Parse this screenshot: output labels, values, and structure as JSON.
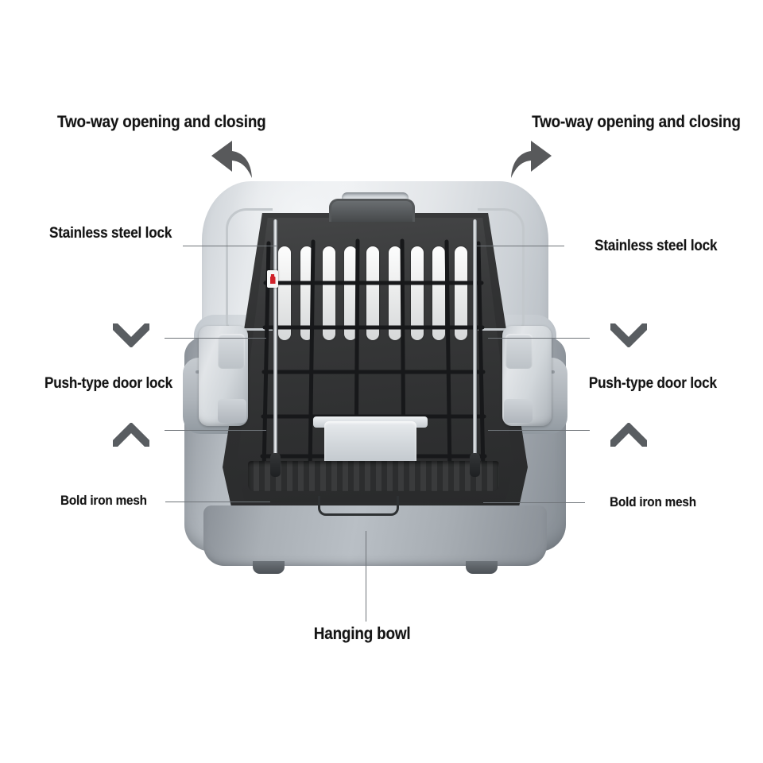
{
  "image": {
    "subject": "pet-travel-carrier",
    "background_color": "#ffffff"
  },
  "palette": {
    "label_text": "#141414",
    "leader_line": "#6f7479",
    "chevron": "#595d61",
    "arrow": "#58595b",
    "shell_light_gray": "#e3e6e9",
    "body_gray": "#aeb4ba",
    "door_dark": "#303132",
    "steel": "#d4d8db",
    "sticker_red": "#d0222a"
  },
  "callouts": {
    "top_left": {
      "label": "Two-way opening and closing",
      "icon": "curved-arrow-left"
    },
    "top_right": {
      "label": "Two-way opening and closing",
      "icon": "curved-arrow-right"
    },
    "steel_lock_left": {
      "label": "Stainless steel lock"
    },
    "steel_lock_right": {
      "label": "Stainless steel lock"
    },
    "door_lock_left": {
      "label": "Push-type door lock",
      "icon_top": "chevron-down-icon",
      "icon_bottom": "chevron-up-icon"
    },
    "door_lock_right": {
      "label": "Push-type door lock",
      "icon_top": "chevron-down-icon",
      "icon_bottom": "chevron-up-icon"
    },
    "mesh_left": {
      "label": "Bold iron mesh"
    },
    "mesh_right": {
      "label": "Bold iron mesh"
    },
    "bowl_bottom": {
      "label": "Hanging bowl"
    }
  },
  "product": {
    "parts": {
      "top_shell": "top-shell",
      "top_handle": "top-carry-handle",
      "door": "front-door",
      "door_handle": "door-carry-handle",
      "vent_slots": "ventilation-slots",
      "wire_mesh": "iron-mesh-grid",
      "steel_rods": "stainless-steel-lock-rods",
      "latch_left": "push-type-latch-left",
      "latch_right": "push-type-latch-right",
      "bowl": "hanging-bowl",
      "sticker": "warning-sticker",
      "base": "base-plinth",
      "feet": "rubber-feet"
    }
  }
}
